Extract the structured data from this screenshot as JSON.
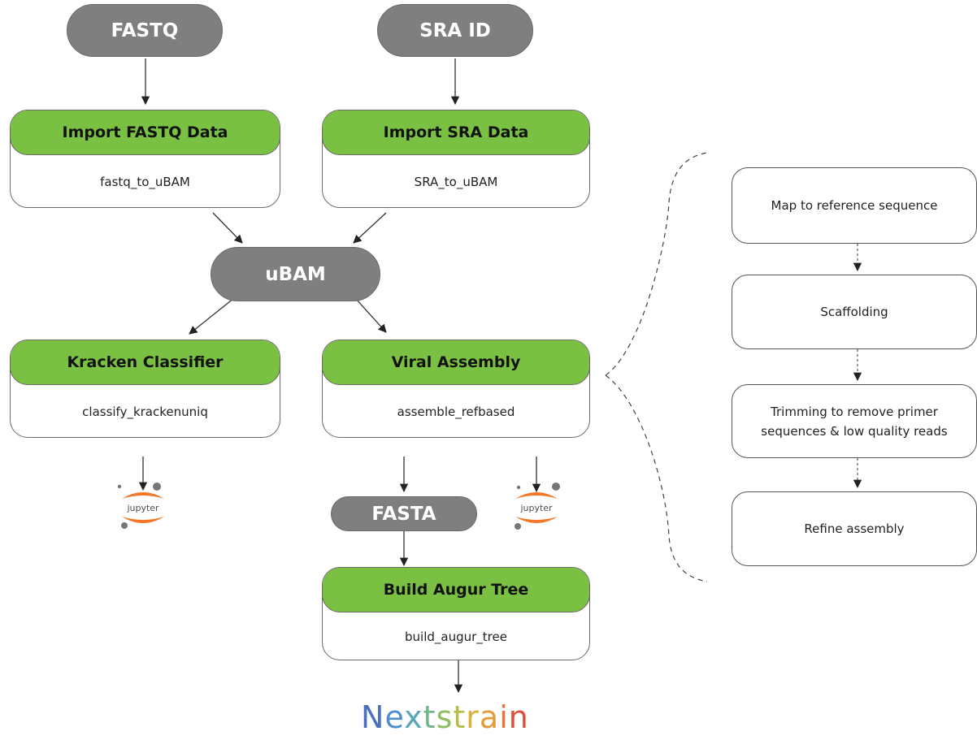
{
  "inputs": {
    "fastq": "FASTQ",
    "sra_id": "SRA ID",
    "ubam": "uBAM",
    "fasta": "FASTA"
  },
  "tasks": {
    "import_fastq": {
      "title": "Import FASTQ Data",
      "workflow": "fastq_to_uBAM"
    },
    "import_sra": {
      "title": "Import SRA Data",
      "workflow": "SRA_to_uBAM"
    },
    "kracken": {
      "title": "Kracken Classifier",
      "workflow": "classify_krackenuniq"
    },
    "viral_assembly": {
      "title": "Viral Assembly",
      "workflow": "assemble_refbased"
    },
    "augur_tree": {
      "title": "Build Augur Tree",
      "workflow": "build_augur_tree"
    }
  },
  "assembly_steps": {
    "map": "Map to reference sequence",
    "scaffold": "Scaffolding",
    "trim_line1": "Trimming to remove primer",
    "trim_line2": "sequences & low quality reads",
    "refine": "Refine assembly"
  },
  "logos": {
    "jupyter_left": "jupyter",
    "jupyter_right": "jupyter",
    "nextstrain": {
      "text": "Nextstrain",
      "letters": [
        "N",
        "e",
        "x",
        "t",
        "s",
        "t",
        "r",
        "a",
        "i",
        "n"
      ],
      "colors": [
        "#4a6fc1",
        "#4f8fc8",
        "#5aa6b8",
        "#6fb68a",
        "#8fbe5f",
        "#b5bd45",
        "#d7b33d",
        "#e59a3a",
        "#e7743a",
        "#df4e37"
      ]
    },
    "jupyter_colors": {
      "orange": "#f37726",
      "gray": "#767677"
    }
  }
}
